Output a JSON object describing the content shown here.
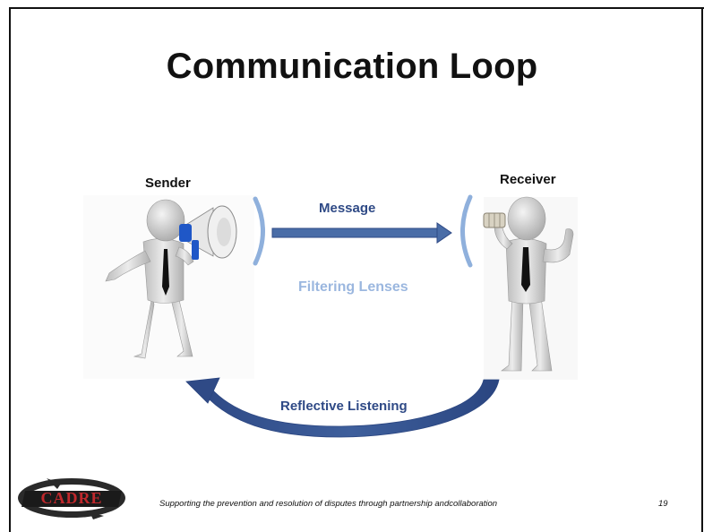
{
  "slide": {
    "title": "Communication Loop",
    "sender_label": "Sender",
    "receiver_label": "Receiver",
    "message_label": "Message",
    "filter_label": "Filtering Lenses",
    "reflect_label": "Reflective Listening",
    "footer_text": "Supporting the prevention and resolution of disputes through partnership andcollaboration",
    "page_number": "19",
    "logo_text": "CADRE"
  },
  "colors": {
    "arrow_blue": "#4a6da7",
    "arrow_dark": "#2f4a86",
    "lens_blue": "#8fb0dc",
    "filter_text": "#9bb7df",
    "figure_gray": "#d4d4d4",
    "megaphone_blue": "#1f57c7",
    "logo_red": "#c0282c"
  },
  "icons": {
    "sender": "person-with-megaphone-icon",
    "receiver": "person-with-tin-can-phone-icon",
    "logo": "cadre-logo"
  }
}
